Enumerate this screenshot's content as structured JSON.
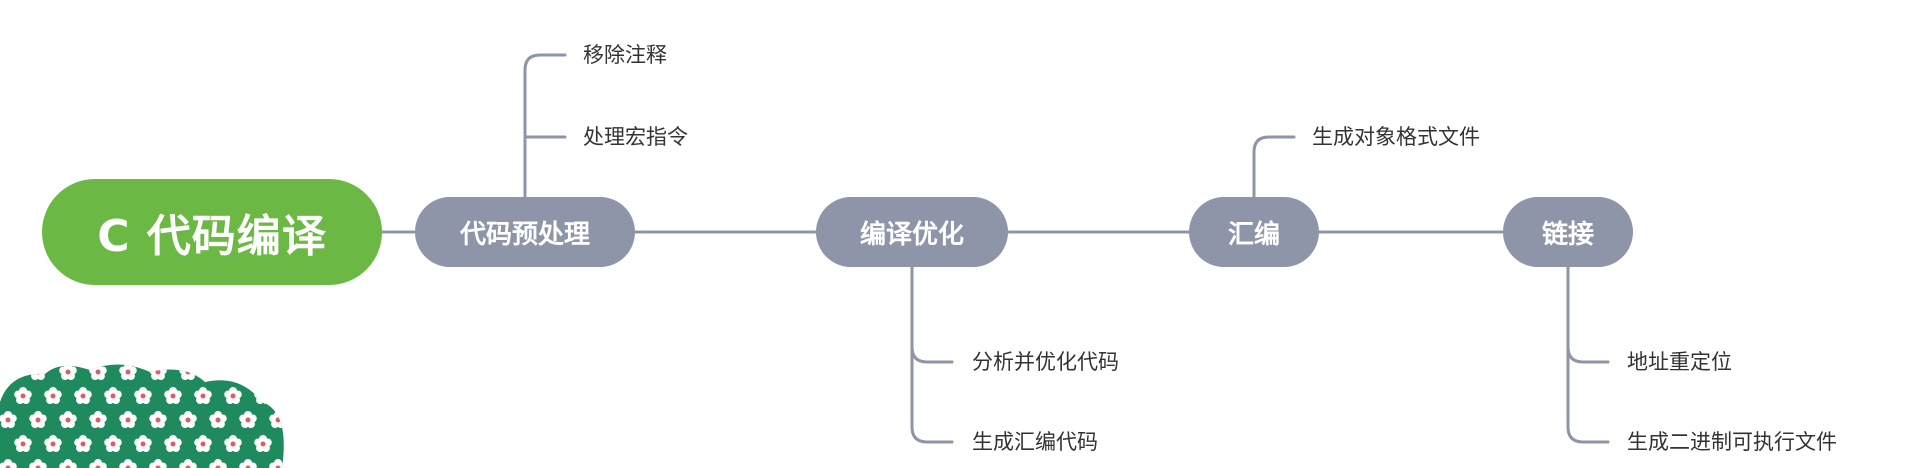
{
  "colors": {
    "root": "#6cb844",
    "node": "#8e95a8",
    "line": "#8e95a8",
    "deco_bg": "#1e8a5e",
    "flower_petal": "#ffffff",
    "flower_center": "#e05a6a"
  },
  "root": {
    "label": "C 代码编译"
  },
  "stages": [
    {
      "label": "代码预处理"
    },
    {
      "label": "编译优化"
    },
    {
      "label": "汇编"
    },
    {
      "label": "链接"
    }
  ],
  "leaves": {
    "preprocess": [
      "移除注释",
      "处理宏指令"
    ],
    "compile": [
      "分析并优化代码",
      "生成汇编代码"
    ],
    "assemble": [
      "生成对象格式文件"
    ],
    "link": [
      "地址重定位",
      "生成二进制可执行文件"
    ]
  },
  "decoration": {
    "icon": "flower-pattern-cloud"
  }
}
